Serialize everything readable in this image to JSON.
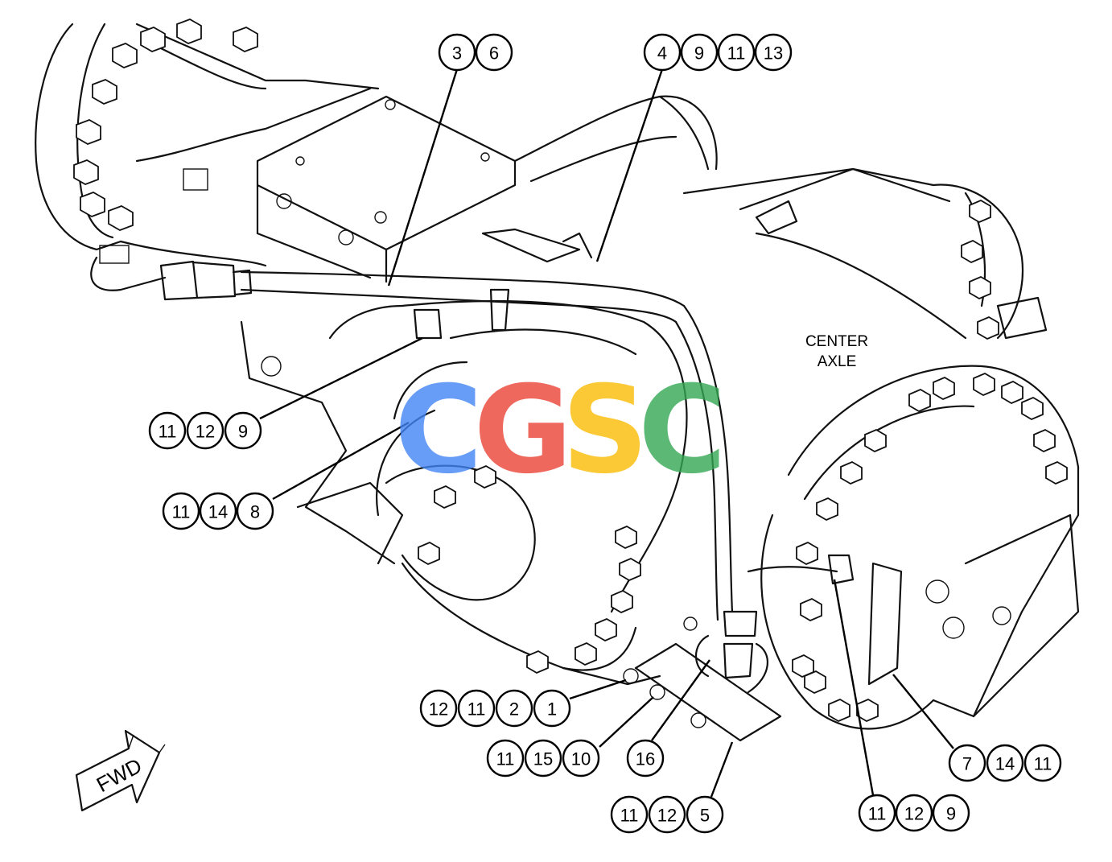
{
  "labels": {
    "center_axle_line1": "CENTER",
    "center_axle_line2": "AXLE",
    "fwd": "FWD"
  },
  "callouts": [
    {
      "id": "c-3-6",
      "numbers": [
        "3",
        "6"
      ]
    },
    {
      "id": "c-4-9-11-13",
      "numbers": [
        "4",
        "9",
        "11",
        "13"
      ]
    },
    {
      "id": "c-11-12-9-left",
      "numbers": [
        "11",
        "12",
        "9"
      ]
    },
    {
      "id": "c-11-14-8",
      "numbers": [
        "11",
        "14",
        "8"
      ]
    },
    {
      "id": "c-12-11-2-1",
      "numbers": [
        "12",
        "11",
        "2",
        "1"
      ]
    },
    {
      "id": "c-11-15-10",
      "numbers": [
        "11",
        "15",
        "10"
      ]
    },
    {
      "id": "c-16",
      "numbers": [
        "16"
      ]
    },
    {
      "id": "c-11-12-5",
      "numbers": [
        "11",
        "12",
        "5"
      ]
    },
    {
      "id": "c-7-14-11",
      "numbers": [
        "7",
        "14",
        "11"
      ]
    },
    {
      "id": "c-11-12-9-right",
      "numbers": [
        "11",
        "12",
        "9"
      ]
    }
  ],
  "watermark": {
    "letters": [
      "C",
      "G",
      "S",
      "C"
    ],
    "colors": [
      "#4285F4",
      "#EA4335",
      "#FBBC05",
      "#34A853"
    ]
  }
}
